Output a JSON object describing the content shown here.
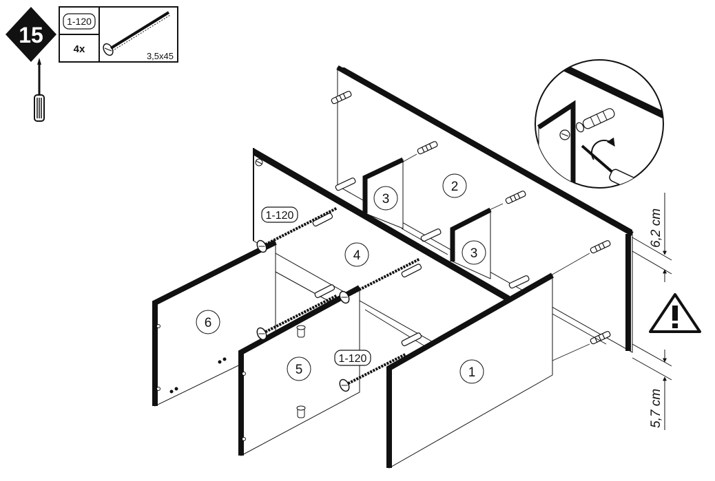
{
  "step": {
    "number": "15"
  },
  "parts_table": {
    "code": "1-120",
    "qty": "4x",
    "screw_size": "3,5x45"
  },
  "callouts": [
    "1-120",
    "1-120"
  ],
  "panels": [
    "1",
    "2",
    "3",
    "3",
    "4",
    "5",
    "6"
  ],
  "dimensions": {
    "top": "6,2 cm",
    "bottom": "5,7 cm"
  },
  "icons": [
    "screwdriver-icon",
    "screw-icon",
    "dowel-icon",
    "warning-icon",
    "magnifier-detail-icon"
  ]
}
